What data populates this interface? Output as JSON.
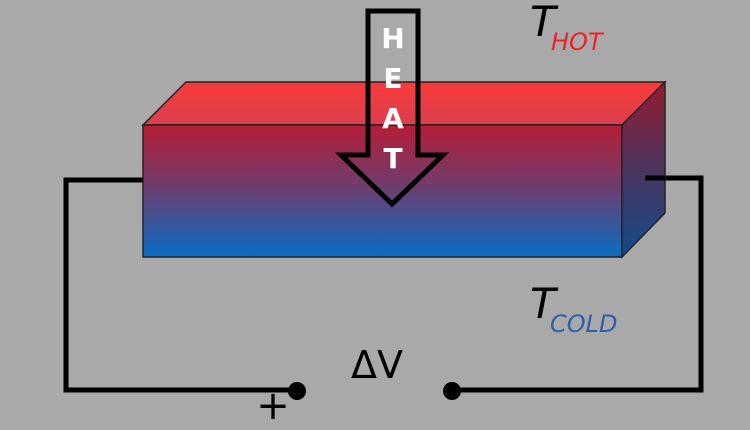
{
  "arrow_label": [
    "H",
    "E",
    "A",
    "T"
  ],
  "t_hot": {
    "symbol": "T",
    "subscript": "HOT"
  },
  "t_cold": {
    "symbol": "T",
    "subscript": "COLD"
  },
  "voltage_label": "ΔV",
  "plus_sign": "+",
  "colors": {
    "background": "#a8a9a8",
    "hot": "#f0202a",
    "cold": "#2f5fae",
    "bar_top": "#f93a3a",
    "bar_front_top": "#b51e38",
    "bar_front_bottom": "#0a6cc2"
  }
}
